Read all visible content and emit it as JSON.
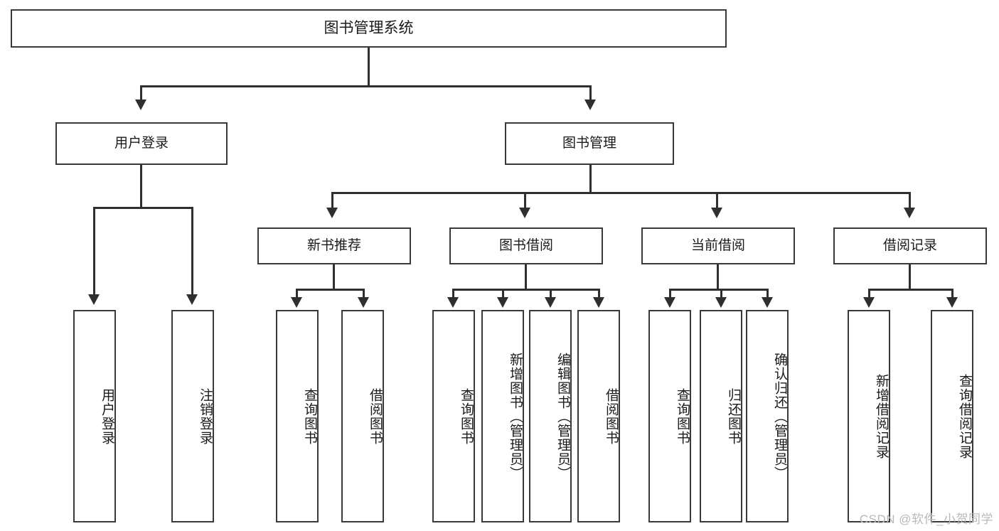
{
  "diagram": {
    "title": "图书管理系统",
    "type": "功能结构图",
    "colors": {
      "box_border": "#3a3a3a",
      "connector": "#2f2f2f",
      "background": "#ffffff",
      "text": "#1a1a1a",
      "watermark": "#b9b9b9"
    }
  },
  "watermark": {
    "text": "CSDN @软件_小贺同学"
  },
  "nodes": {
    "root": {
      "label": "图书管理系统"
    },
    "level2": [
      {
        "id": "user-login",
        "label": "用户登录"
      },
      {
        "id": "book-manage",
        "label": "图书管理"
      }
    ],
    "level3": [
      {
        "id": "new-book-recommend",
        "label": "新书推荐"
      },
      {
        "id": "book-borrow",
        "label": "图书借阅"
      },
      {
        "id": "current-borrow",
        "label": "当前借阅"
      },
      {
        "id": "borrow-record",
        "label": "借阅记录"
      }
    ],
    "leaves": {
      "user_login": [
        {
          "id": "leaf-user-login",
          "label": "用户登录"
        },
        {
          "id": "leaf-logout",
          "label": "注销登录"
        }
      ],
      "new_book_recommend": [
        {
          "id": "leaf-query-book-1",
          "label": "查询图书"
        },
        {
          "id": "leaf-borrow-book-1",
          "label": "借阅图书"
        }
      ],
      "book_borrow": [
        {
          "id": "leaf-query-book-2",
          "label": "查询图书"
        },
        {
          "id": "leaf-add-book",
          "label": "新增图书（管理员）"
        },
        {
          "id": "leaf-edit-book",
          "label": "编辑图书（管理员）"
        },
        {
          "id": "leaf-borrow-book-2",
          "label": "借阅图书"
        }
      ],
      "current_borrow": [
        {
          "id": "leaf-query-book-3",
          "label": "查询图书"
        },
        {
          "id": "leaf-return-book",
          "label": "归还图书"
        },
        {
          "id": "leaf-confirm-return",
          "label": "确认归还（管理员）"
        }
      ],
      "borrow_record": [
        {
          "id": "leaf-add-record",
          "label": "新增借阅记录"
        },
        {
          "id": "leaf-query-record",
          "label": "查询借阅记录"
        }
      ]
    }
  }
}
